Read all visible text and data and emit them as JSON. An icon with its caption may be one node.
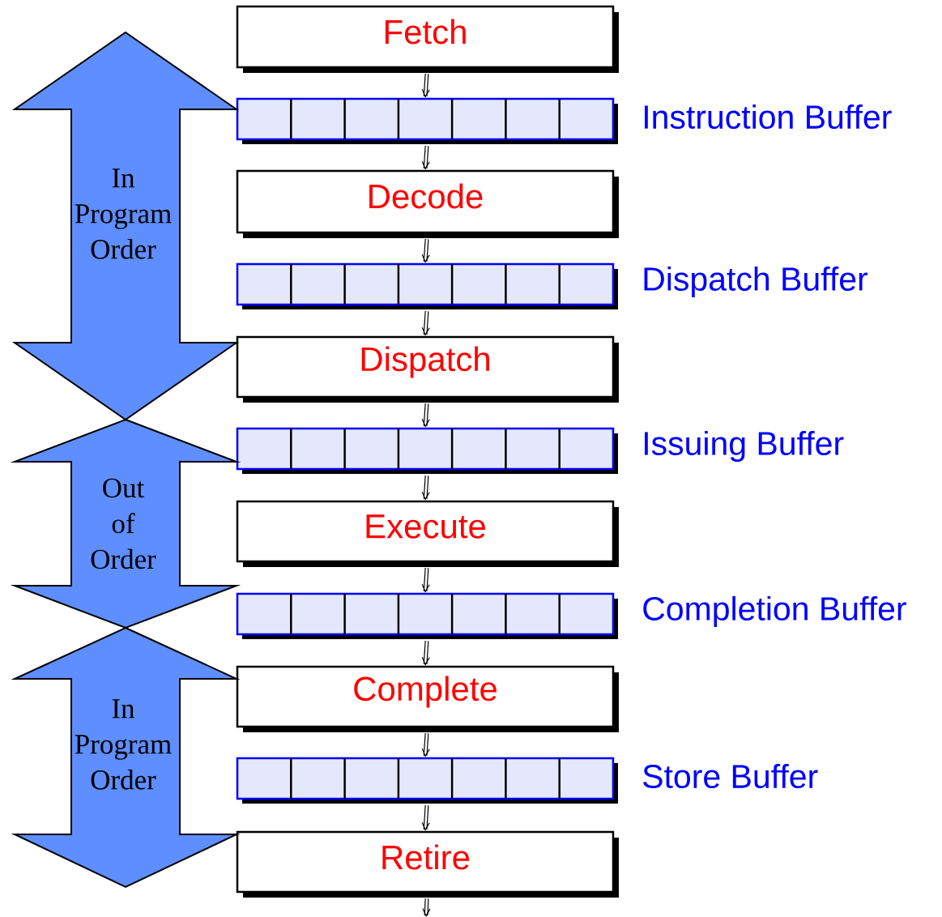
{
  "diagram": {
    "nodes": [
      {
        "text": [
          "Fetch"
        ]
      },
      {
        "text": [],
        "shape": "bar",
        "beside": [
          "Instruction Buffer"
        ]
      },
      {
        "text": [
          "Decode"
        ]
      },
      {
        "text": [],
        "shape": "bar",
        "beside": [
          "Dispatch Buffer"
        ]
      },
      {
        "text": [
          "Dispatch"
        ]
      },
      {
        "text": [],
        "shape": "bar",
        "beside": [
          "Issuing Buffer"
        ]
      },
      {
        "text": [
          "Execute"
        ]
      },
      {
        "text": [],
        "shape": "bar",
        "beside": [
          "Completion Buffer"
        ]
      },
      {
        "text": [
          "Complete"
        ]
      },
      {
        "text": [],
        "shape": "bar",
        "beside": [
          "Store Buffer"
        ]
      },
      {
        "text": [
          "Retire"
        ]
      },
      {
        "text": [
          "In Program Order"
        ]
      },
      {
        "text": [
          "Out of Order"
        ]
      },
      {
        "text": [
          "In Program Order"
        ]
      }
    ],
    "edges": [
      {
        "from": 0,
        "to": 1,
        "arrow": "to"
      },
      {
        "from": 1,
        "to": 2,
        "arrow": "to"
      },
      {
        "from": 2,
        "to": 3,
        "arrow": "to"
      },
      {
        "from": 3,
        "to": 4,
        "arrow": "to"
      },
      {
        "from": 4,
        "to": 5,
        "arrow": "to"
      },
      {
        "from": 5,
        "to": 6,
        "arrow": "to"
      },
      {
        "from": 6,
        "to": 7,
        "arrow": "to"
      },
      {
        "from": 7,
        "to": 8,
        "arrow": "to"
      },
      {
        "from": 8,
        "to": 9,
        "arrow": "to"
      },
      {
        "from": 9,
        "to": 10,
        "arrow": "to"
      },
      {
        "from": 10,
        "to": null,
        "arrow": "to"
      }
    ]
  }
}
